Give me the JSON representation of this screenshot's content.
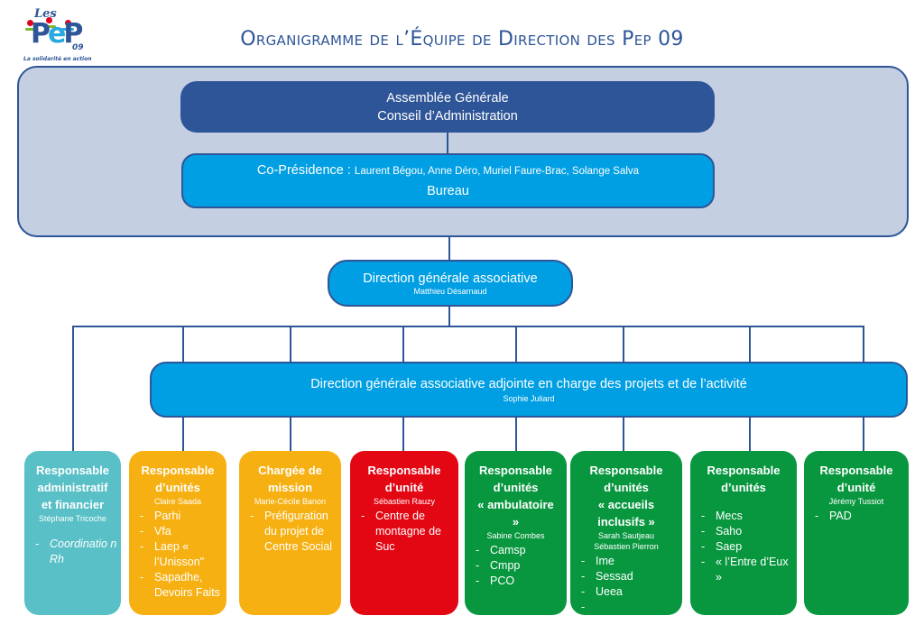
{
  "logo": {
    "top_text": "Les",
    "brand": "PEP",
    "number": "09",
    "tagline": "La solidarité en action"
  },
  "title": "Organigramme de l’Équipe de Direction des Pep 09",
  "governance": {
    "assembly_line1": "Assemblée Générale",
    "assembly_line2": "Conseil d’Administration",
    "copresidence_label": "Co-Présidence : ",
    "copresidence_names": "Laurent Bégou, Anne Déro, Muriel Faure-Brac, Solange Salva",
    "bureau": "Bureau"
  },
  "direction_generale": {
    "title": "Direction générale associative",
    "person": "Matthieu Désarnaud"
  },
  "direction_adjointe": {
    "title": "Direction générale associative adjointe en charge des projets et de l’activité",
    "person": "Sophie Juliard"
  },
  "colors": {
    "dark_blue": "#2e5597",
    "light_blue": "#009fe3",
    "panel": "#c5cfe2",
    "teal": "#58c0c6",
    "amber": "#f6b012",
    "red": "#e30613",
    "green": "#08973f"
  },
  "units": [
    {
      "color": "teal",
      "heading": [
        "Responsable",
        "administratif",
        "et financier"
      ],
      "persons": [
        "Stéphane Tricoche"
      ],
      "items": [
        "Coordinatio n Rh"
      ],
      "italic": true
    },
    {
      "color": "amber",
      "heading": [
        "Responsable",
        "d’unités"
      ],
      "persons": [
        "Claire Saada"
      ],
      "items": [
        "Parhi",
        "Vfa",
        "Laep « l’Unisson\"",
        "Sapadhe, Devoirs Faits"
      ]
    },
    {
      "color": "amber",
      "heading": [
        "Chargée de",
        "mission"
      ],
      "persons": [
        "Marie-Cécile Banon"
      ],
      "items": [
        "Préfiguration du projet de Centre Social"
      ]
    },
    {
      "color": "red",
      "heading": [
        "Responsable",
        "d’unité"
      ],
      "persons": [
        "Sébastien Rauzy"
      ],
      "items": [
        "Centre de montagne de Suc"
      ]
    },
    {
      "color": "green",
      "heading": [
        "Responsable",
        "d’unités",
        "« ambulatoire",
        "»"
      ],
      "persons": [
        "Sabine Combes"
      ],
      "items": [
        "Camsp",
        "Cmpp",
        "PCO"
      ]
    },
    {
      "color": "green",
      "heading": [
        "Responsable",
        "d’unités",
        "« accueils",
        "inclusifs »"
      ],
      "persons": [
        "Sarah Sautjeau",
        "Sébastien Pierron"
      ],
      "items": [
        "Ime",
        "Sessad",
        "Ueea",
        ""
      ]
    },
    {
      "color": "green",
      "heading": [
        "Responsable",
        "d’unités"
      ],
      "persons": [],
      "items": [
        "Mecs",
        "Saho",
        "Saep",
        " « l’Entre d’Eux »"
      ]
    },
    {
      "color": "green",
      "heading": [
        "Responsable",
        "d’unité"
      ],
      "persons": [
        "Jérémy Tussiot"
      ],
      "items": [
        "PAD"
      ]
    }
  ]
}
